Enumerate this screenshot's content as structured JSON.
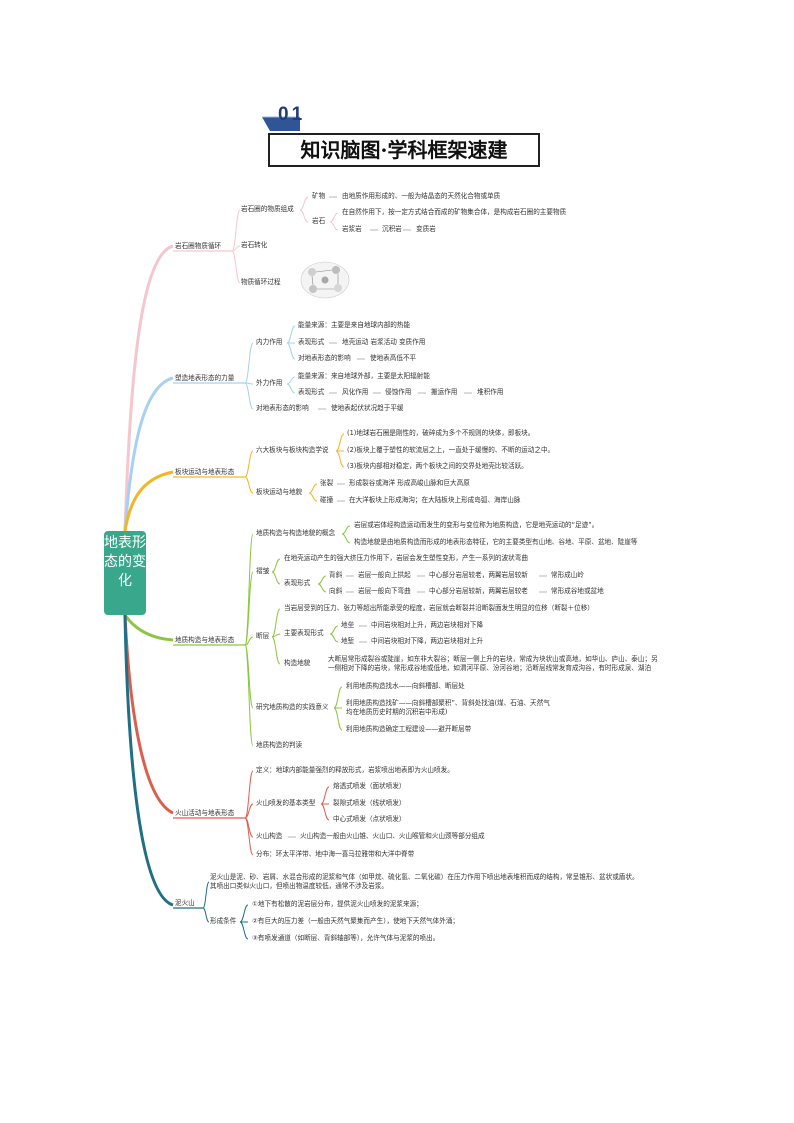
{
  "header": {
    "number": "01",
    "title": "知识脑图·学科框架速建"
  },
  "root": "地表形态的变化",
  "b1": {
    "label": "岩石圈物质循环",
    "s1": "岩石圈的物质组成",
    "s1a": "矿物",
    "s1a_t": "由地质作用形成的、一般为结晶态的天然化合物或单质",
    "s1b": "岩石",
    "s1b_t": "在自然作用下，按一定方式结合而成的矿物集合体，是构成岩石圈的主要物质",
    "s1b_k1": "岩浆岩",
    "s1b_k2": "沉积岩",
    "s1b_k3": "变质岩",
    "s2": "岩石转化",
    "s3": "物质循环过程"
  },
  "b2": {
    "label": "塑造地表形态的力量",
    "s1": "内力作用",
    "s1a": "能量来源：主要是来自地球内部的热能",
    "s1b": "表现形式",
    "s1b_t": "地壳运动 岩浆活动 变质作用",
    "s1c": "对地表形态的影响",
    "s1c_t": "使地表高低不平",
    "s2": "外力作用",
    "s2a": "能量来源：来自地球外部，主要是太阳辐射能",
    "s2b": "表现形式",
    "s2b_1": "风化作用",
    "s2b_2": "侵蚀作用",
    "s2b_3": "搬运作用",
    "s2b_4": "堆积作用",
    "s3": "对地表形态的影响",
    "s3_t": "使地表起伏状况趋于平缓"
  },
  "b3": {
    "label": "板块运动与地表形态",
    "s1": "六大板块与板块构造学说",
    "s1a": "(1)地球岩石圈是刚性的，破碎成为多个不规则的块体，即板块。",
    "s1b": "(2)板块上覆于塑性的软流层之上，一直处于缓慢的、不断的运动之中。",
    "s1c": "(3)板块内部相对稳定，两个板块之间的交界处地壳比较活跃。",
    "s2": "板块运动与地貌",
    "s2a": "张裂",
    "s2a_t": "形成裂谷或海洋 形成高峻山脉和巨大高原",
    "s2b": "碰撞",
    "s2b_t": "在大洋板块上形成海沟；在大陆板块上形成岛弧、海岸山脉"
  },
  "b4": {
    "label": "地质构造与地表形态",
    "s1": "地质构造与构造地貌的概念",
    "s1a": "岩层或岩体经构造运动而发生的变形与变位称为地质构造，它是地壳运动的“足迹”。",
    "s1b": "构造地貌是由地质构造而形成的地表形态特征，它的主要类型有山地、谷地、平原、盆地、陡崖等",
    "s2": "褶皱",
    "s2a": "在地壳运动产生的强大挤压力作用下，岩层会发生塑性变形，产生一系列的波状弯曲",
    "s2b": "表现形式",
    "s2b1": "背斜",
    "s2b1_a": "岩层一般向上拱起",
    "s2b1_b": "中心部分岩层较老，两翼岩层较新",
    "s2b1_c": "常形成山岭",
    "s2b2": "向斜",
    "s2b2_a": "岩层一般向下弯曲",
    "s2b2_b": "中心部分岩层较新，两翼岩层较老",
    "s2b2_c": "常形成谷地或盆地",
    "s3": "断层",
    "s3a": "当岩层受到的压力、张力等超出所能承受的程度，岩层就会断裂并沿断裂面发生明显的位移（断裂＋位移）",
    "s3b": "主要表现形式",
    "s3b1": "地垒",
    "s3b1_t": "中间岩块相对上升，两边岩块相对下降",
    "s3b2": "地堑",
    "s3b2_t": "中间岩块相对下降，两边岩块相对上升",
    "s3c": "构造地貌",
    "s3c_t": "大断层常形成裂谷或陡崖，如东非大裂谷；断层一侧上升的岩块，常成为块状山或高地，如华山、庐山、泰山；另一侧相对下降的岩块，常形成谷地或低地，如渭河平原、汾河谷地；沿断层线常发育成沟谷，有时形成泉、湖泊",
    "s4": "研究地质构造的实践意义",
    "s4a": "利用地质构造找水——向斜槽部、断层处",
    "s4b": "利用地质构造找矿——向斜槽部聚积”、背斜处找油(煤、石油、天然气均在地质历史时期的沉积岩中形成)",
    "s4c": "利用地质构造确定工程建设——避开断层带",
    "s5": "地质构造的判读"
  },
  "b5": {
    "label": "火山活动与地表形态",
    "s1": "定义：地球内部能量强烈的释放形式，岩浆喷出地表即为火山喷发。",
    "s2": "火山喷发的基本类型",
    "s2a": "熔透式喷发（面状喷发）",
    "s2b": "裂隙式喷发（线状喷发）",
    "s2c": "中心式喷发（点状喷发）",
    "s3": "火山构造",
    "s3_t": "火山构造一般由火山锥、火山口、火山喉管和火山颈等部分组成",
    "s4": "分布：环太平洋带、地中海一喜马拉雅带和大洋中脊带"
  },
  "b6": {
    "label": "泥火山",
    "s1": "泥火山是泥、砂、岩屑、水混合形成的泥浆和气体（如甲烷、硫化氢、二氧化碳）在压力作用下喷出地表堆积而成的结构，常呈锥形、盆状或盾状。其喷出口类似火山口，但喷出物温度较低，通常不涉及岩浆。",
    "s2": "形成条件",
    "s2a": "①地下有松散的泥岩层分布，提供泥火山喷发的泥浆来源；",
    "s2b": "②有巨大的压力差（一般由天然气聚集而产生），使地下天然气体外涌；",
    "s2c": "③有喷发通道（如断层、背斜轴部等），允许气体与泥浆的喷出。"
  },
  "colors": {
    "b1": "#f4c7cf",
    "b2": "#a9cff2",
    "b3": "#f2b624",
    "b4": "#8cc63f",
    "b5": "#d9604f",
    "b6": "#1f6f86",
    "root": "#39a78c",
    "header_bar": "#2f5597"
  }
}
